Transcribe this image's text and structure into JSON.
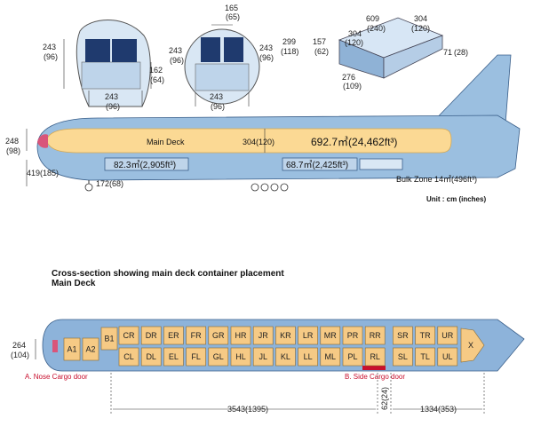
{
  "sections": {
    "unit": "Unit : cm (inches)",
    "heading_line1": "Cross-section showing main deck container placement",
    "heading_line2": "Main Deck"
  },
  "cross_section_lower": {
    "h1": "243",
    "h1_in": "(96)",
    "h2": "162",
    "h2_in": "(64)",
    "w": "243",
    "w_in": "(96)"
  },
  "cross_section_main": {
    "top": "165",
    "top_in": "(65)",
    "h_left": "243",
    "h_left_in": "(96)",
    "h_right1": "299",
    "h_right1_in": "(118)",
    "h_right2": "243",
    "h_right2_in": "(96)",
    "w": "243",
    "w_in": "(96)"
  },
  "container_box": {
    "len": "609",
    "len_in": "(240)",
    "w": "304",
    "w_in": "(120)",
    "w2": "304",
    "w2_in": "(120)",
    "h": "157",
    "h_in": "(62)",
    "h2": "71",
    "h2_in": "(28)",
    "base": "276",
    "base_in": "(109)"
  },
  "fuselage": {
    "main_deck_label": "Main Deck",
    "main_height": "304(120)",
    "main_volume": "692.7㎥(24,462ft³)",
    "fwd_volume": "82.3㎥(2,905ft³)",
    "aft_volume": "68.7㎥(2,425ft³)",
    "bulk_zone": "Bulk Zone 14㎥(496ft³)",
    "nose_h": "248",
    "nose_h_in": "(98)",
    "floor_h": "419(185)",
    "gear_h": "172(68)"
  },
  "deck_plan": {
    "nose_dim": "264",
    "nose_dim_in": "(104)",
    "nose_door": "A. Nose Cargo door",
    "side_door": "B. Side Cargo door",
    "len_fwd": "3543(1395)",
    "len_gap": "62(24)",
    "len_aft": "1334(353)",
    "singles": [
      "A1",
      "A2",
      "B1",
      "X"
    ],
    "upper": [
      "CR",
      "DR",
      "ER",
      "FR",
      "GR",
      "HR",
      "JR",
      "KR",
      "LR",
      "MR",
      "PR",
      "RR",
      "SR",
      "TR",
      "UR"
    ],
    "lower": [
      "CL",
      "DL",
      "EL",
      "FL",
      "GL",
      "HL",
      "JL",
      "KL",
      "LL",
      "ML",
      "PL",
      "RL",
      "SL",
      "TL",
      "UL"
    ]
  },
  "colors": {
    "main_deck": "#fbd994",
    "lower_deck": "#bed4ea",
    "fuselage": "#9bbfe0",
    "container": "#f6ca85",
    "accent": "#c8102e"
  }
}
